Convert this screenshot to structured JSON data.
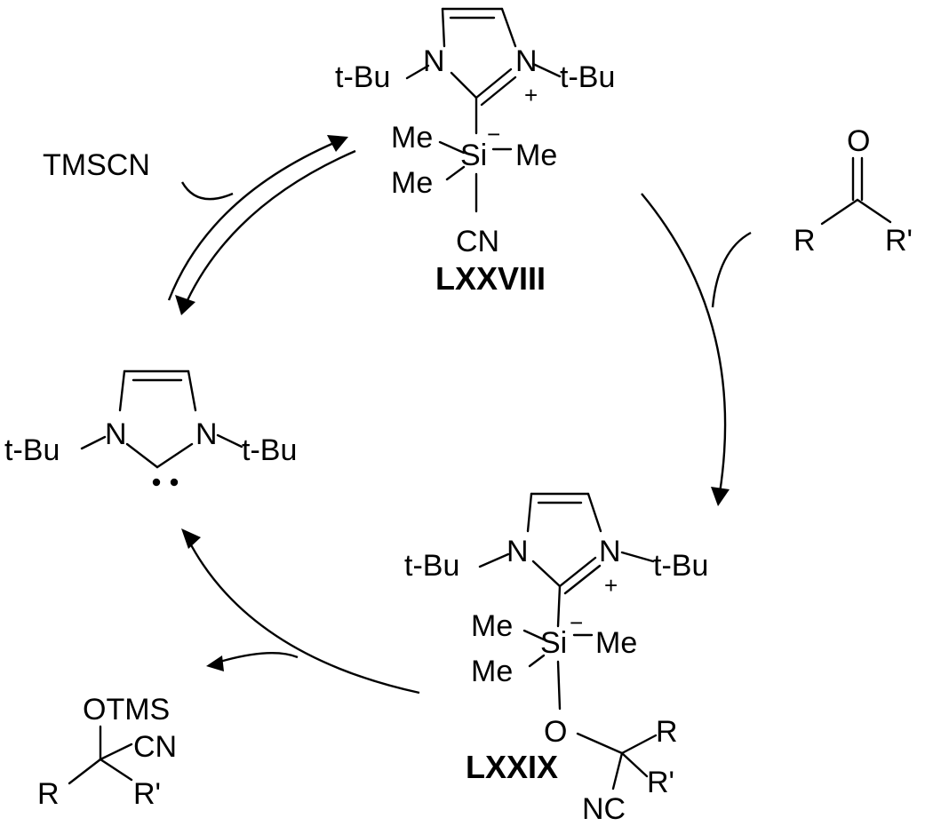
{
  "molecules": {
    "carbene": {
      "n_left": "N",
      "n_right": "N",
      "sub_left": "t-Bu",
      "sub_right": "t-Bu"
    },
    "lxxviii": {
      "label": "LXXVIII",
      "n_left": "N",
      "n_right": "N",
      "sub_left": "t-Bu",
      "sub_right": "t-Bu",
      "plus": "+",
      "si": "Si",
      "minus": "−",
      "me_1": "Me",
      "me_2": "Me",
      "me_3": "Me",
      "cn": "CN"
    },
    "ketone": {
      "o": "O",
      "r": "R",
      "r_prime": "R'"
    },
    "lxxix": {
      "label": "LXXIX",
      "n_left": "N",
      "n_right": "N",
      "sub_left": "t-Bu",
      "sub_right": "t-Bu",
      "plus": "+",
      "si": "Si",
      "minus": "−",
      "me_1": "Me",
      "me_2": "Me",
      "me_3": "Me",
      "o": "O",
      "r": "R",
      "r_prime": "R'",
      "nc": "NC"
    },
    "product": {
      "otms": "OTMS",
      "cn": "CN",
      "r": "R",
      "r_prime": "R'"
    }
  },
  "reagents": {
    "tmscn": "TMSCN"
  }
}
